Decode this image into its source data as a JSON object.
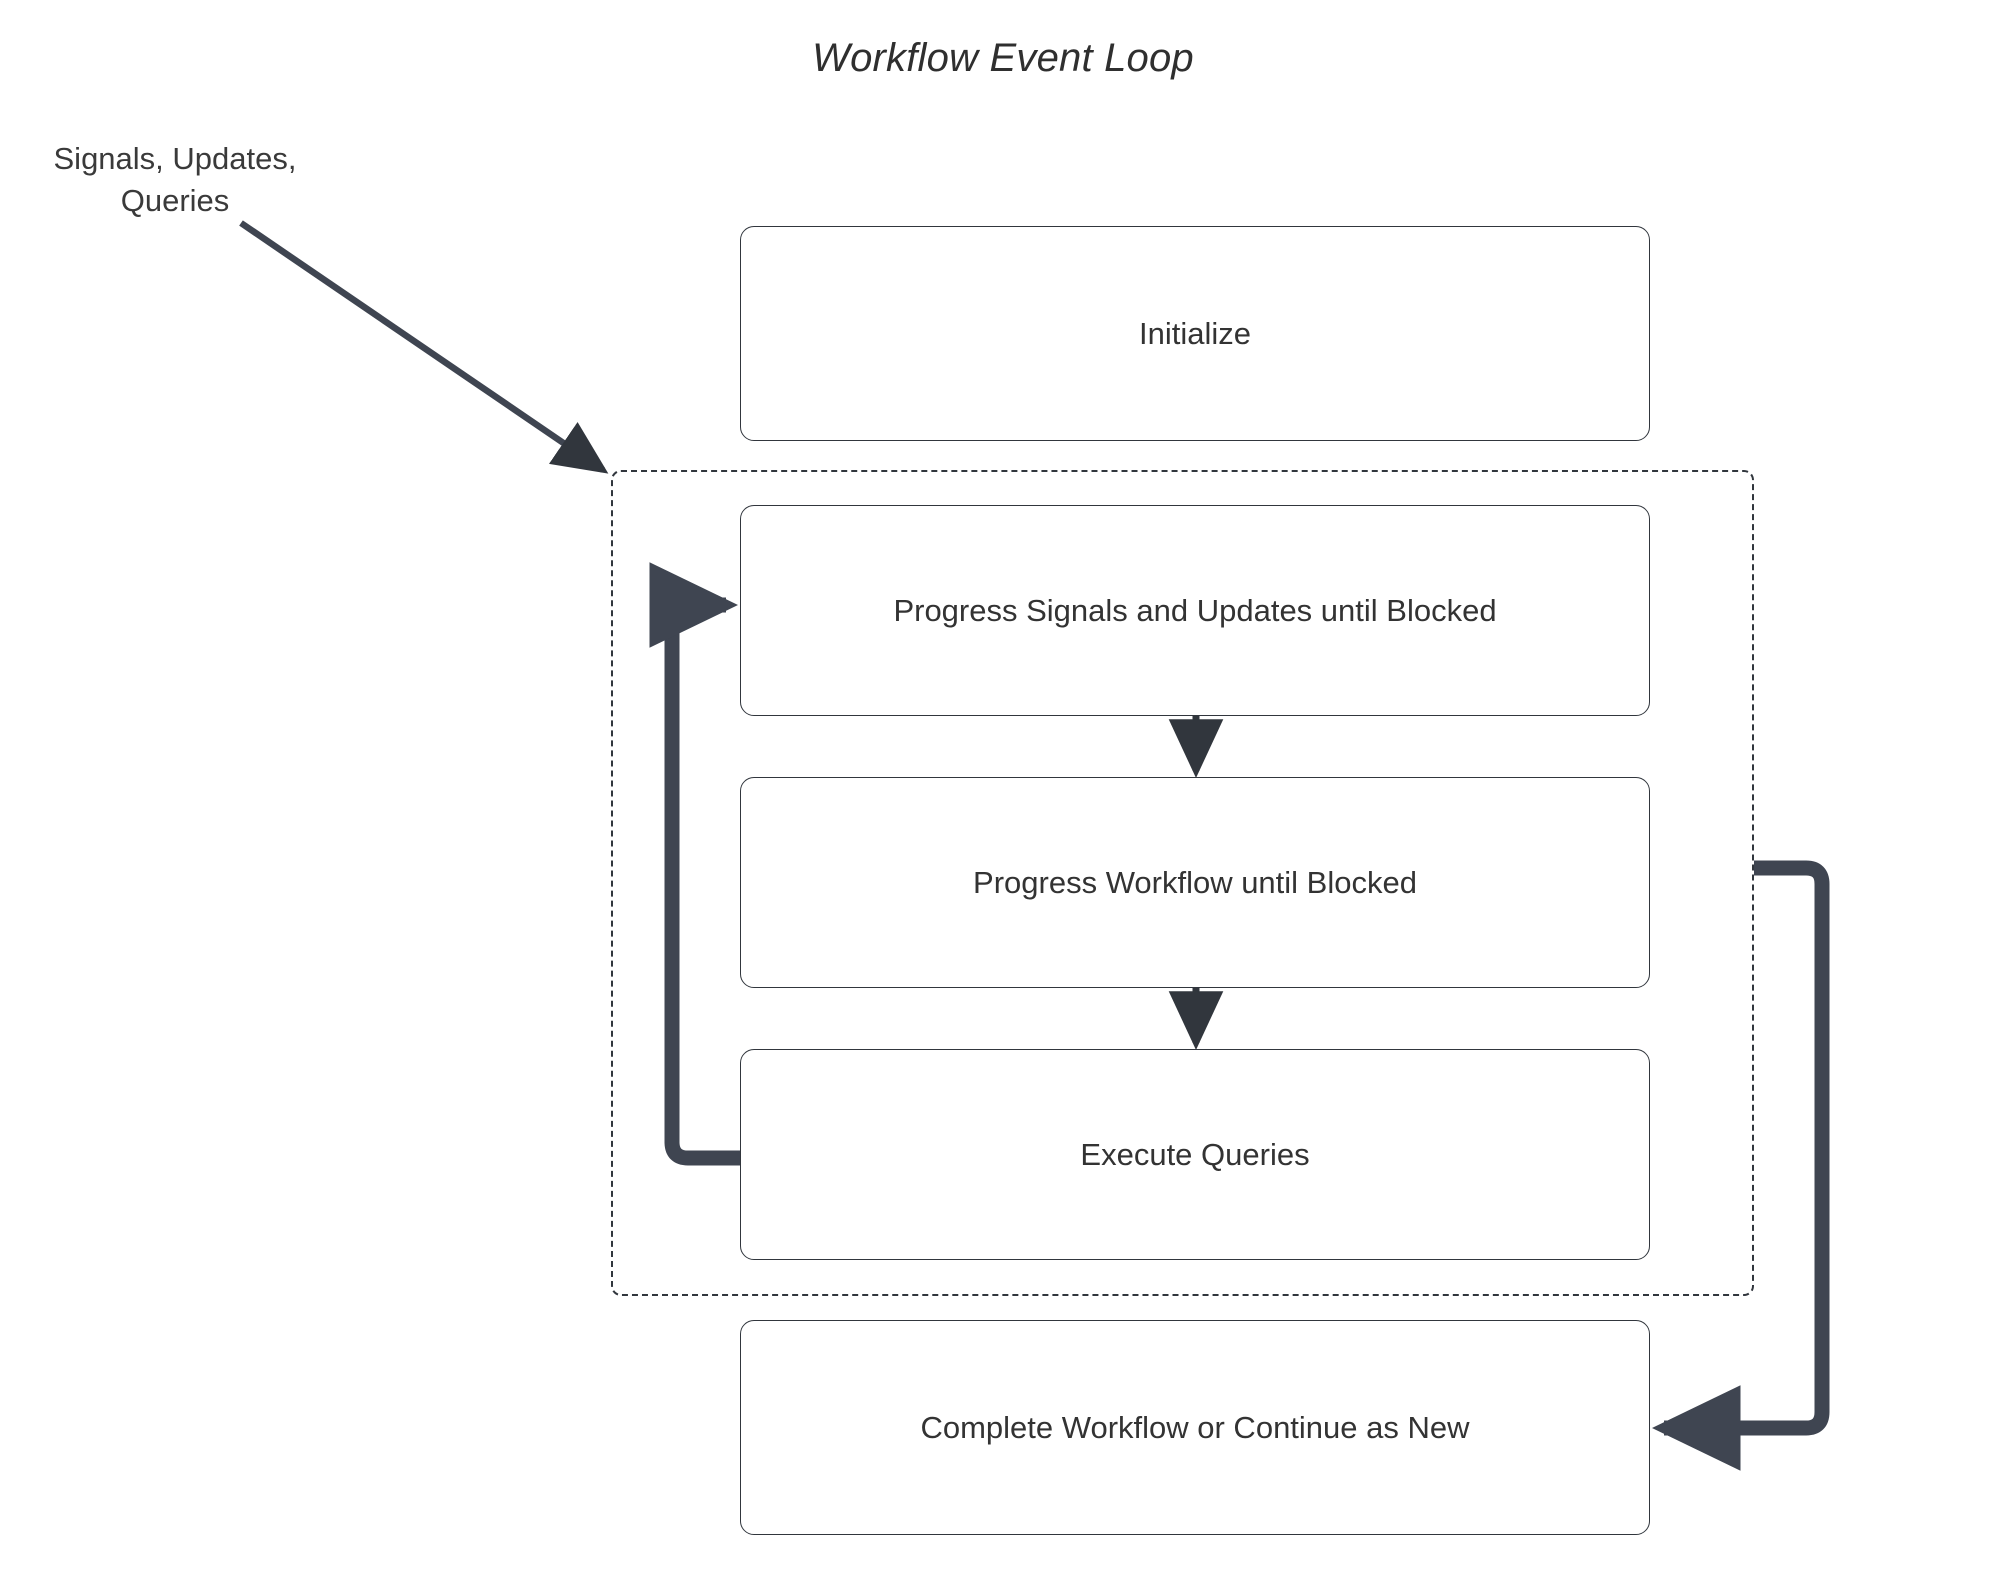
{
  "diagram": {
    "title": "Workflow Event Loop",
    "type": "flowchart",
    "theme": {
      "background": "#ffffff",
      "node_border": "#31363d",
      "node_fill": "#ffffff",
      "text": "#333333",
      "thick_arrow": "#3f4551",
      "thin_arrow": "#31363d",
      "dashed_border": "#31363d"
    },
    "external_labels": [
      {
        "name": "signals-updates-queries",
        "text": "Signals, Updates,\nQueries"
      }
    ],
    "group": {
      "name": "event-loop-group",
      "style": "dashed",
      "label": ""
    },
    "nodes": [
      {
        "id": "initialize",
        "label": "Initialize",
        "shape": "rounded-rect",
        "inside_group": false
      },
      {
        "id": "progress-signals",
        "label": "Progress Signals and Updates until Blocked",
        "shape": "rounded-rect",
        "inside_group": true
      },
      {
        "id": "progress-workflow",
        "label": "Progress Workflow until Blocked",
        "shape": "rounded-rect",
        "inside_group": true
      },
      {
        "id": "execute-queries",
        "label": "Execute Queries",
        "shape": "rounded-rect",
        "inside_group": true
      },
      {
        "id": "complete",
        "label": "Complete Workflow or Continue as New",
        "shape": "rounded-rect",
        "inside_group": false
      }
    ],
    "edges": [
      {
        "id": "signals-to-loop",
        "from": "signals-updates-queries",
        "to": "event-loop-group",
        "style": "thin-diagonal",
        "label": ""
      },
      {
        "id": "progress-signals-to-workflow",
        "from": "progress-signals",
        "to": "progress-workflow",
        "style": "thin-vertical",
        "label": ""
      },
      {
        "id": "workflow-to-queries",
        "from": "progress-workflow",
        "to": "execute-queries",
        "style": "thin-vertical",
        "label": ""
      },
      {
        "id": "queries-loop-back",
        "from": "execute-queries",
        "to": "progress-signals",
        "style": "thick-loop-left",
        "label": ""
      },
      {
        "id": "loop-to-complete",
        "from": "event-loop-group",
        "to": "complete",
        "style": "thick-loop-right",
        "label": ""
      }
    ]
  }
}
